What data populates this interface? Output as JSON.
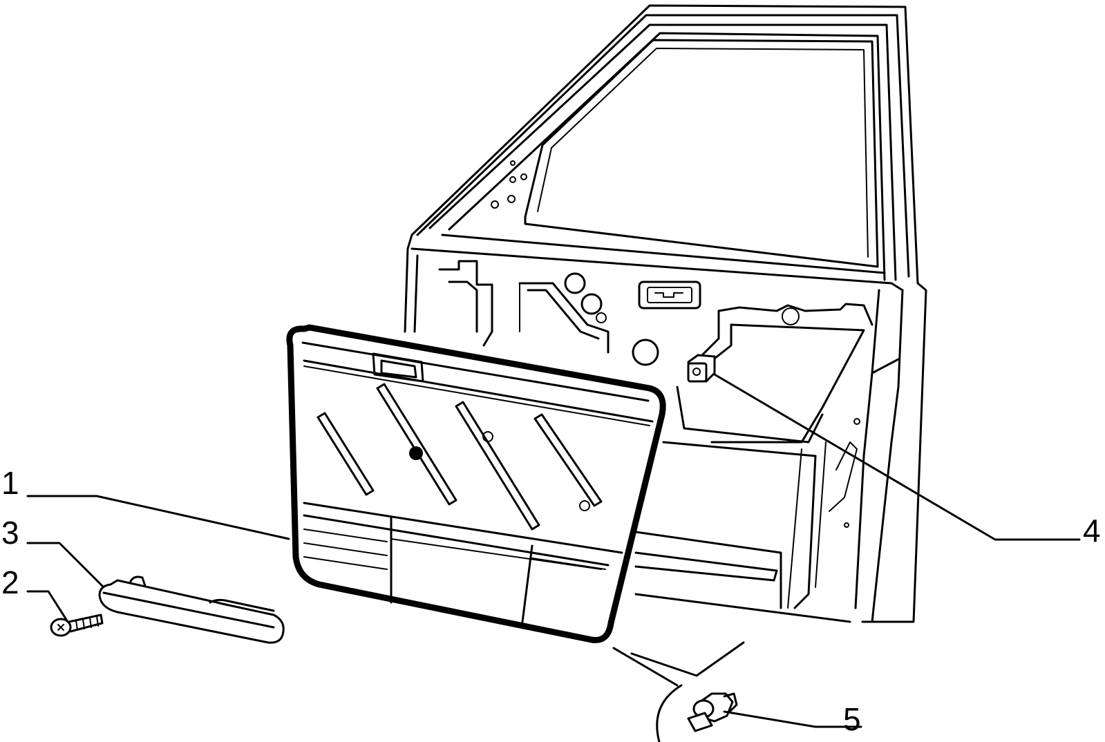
{
  "diagram": {
    "callouts": [
      {
        "id": "callout-1",
        "label": "1",
        "part": "door-trim-panel"
      },
      {
        "id": "callout-3",
        "label": "3",
        "part": "armrest-handle"
      },
      {
        "id": "callout-2",
        "label": "2",
        "part": "screw"
      },
      {
        "id": "callout-4",
        "label": "4",
        "part": "door-switch"
      },
      {
        "id": "callout-5",
        "label": "5",
        "part": "panel-clip"
      }
    ]
  }
}
